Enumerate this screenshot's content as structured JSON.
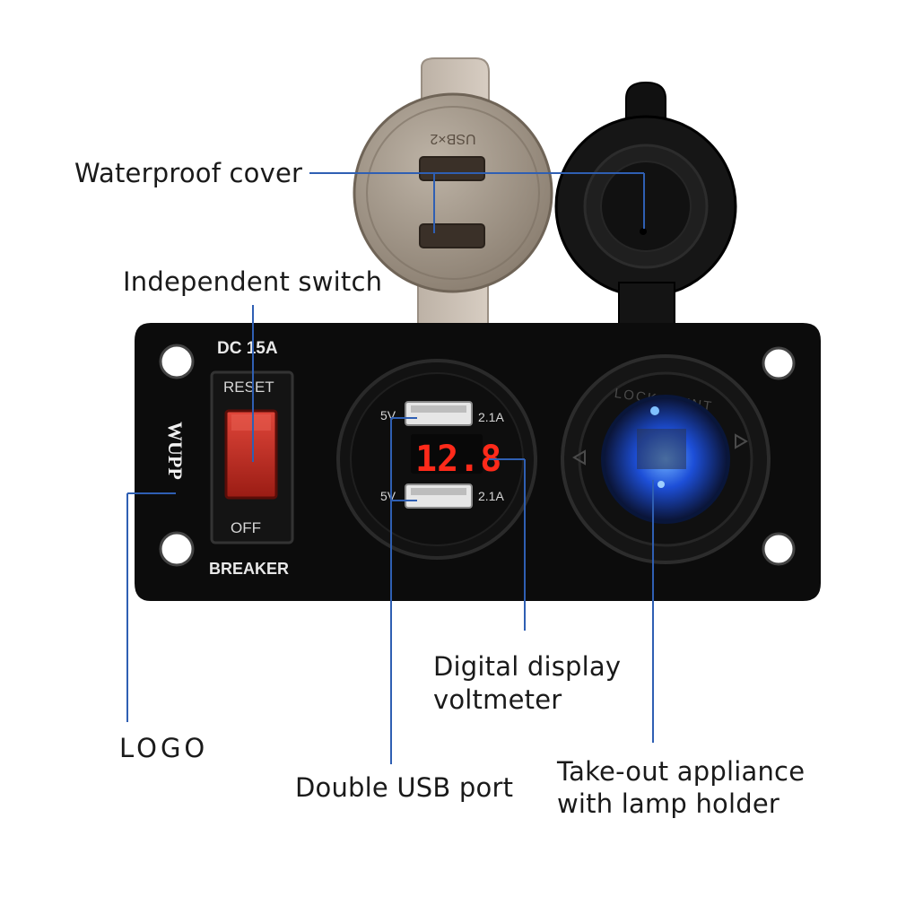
{
  "callouts": {
    "waterproof_cover": "Waterproof cover",
    "independent_switch": "Independent switch",
    "logo": "LOGO",
    "digital_display_line1": "Digital display",
    "digital_display_line2": "voltmeter",
    "double_usb_port": "Double USB port",
    "takeout_line1": "Take-out appliance",
    "takeout_line2": "with lamp holder"
  },
  "panel": {
    "rating": "DC  15A",
    "reset": "RESET",
    "off": "OFF",
    "breaker": "BREAKER",
    "brand": "WUPP"
  },
  "usb": {
    "top_left": "5V",
    "top_right": "2.1A",
    "bottom_left": "5V",
    "bottom_right": "2.1A",
    "voltage": "12.8",
    "cover_text": "USB×2"
  },
  "socket": {
    "ring_text": "LOCK POINT"
  },
  "colors": {
    "callout_line": "#2f5fb3",
    "panel": "#0c0c0c",
    "switch_red": "#c8281c",
    "display_red": "#ff2a1a",
    "socket_blue": "#2f7dff"
  }
}
